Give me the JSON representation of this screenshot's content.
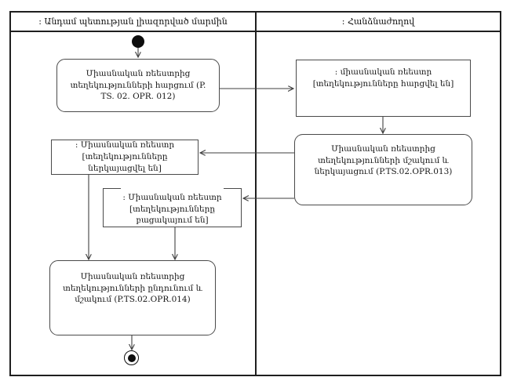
{
  "diagram": {
    "type": "uml-activity-swimlane",
    "colors": {
      "background": "#ffffff",
      "frame": "#1f1f1f",
      "node_border": "#4a4a4a",
      "edge": "#3f3f3f",
      "text": "#161616"
    },
    "lanes": [
      {
        "label": ": Անդամ պետության լիազորված մարմին"
      },
      {
        "label": ": Հանձնաժողով"
      }
    ],
    "nodes": {
      "query_info": {
        "label": "Միասնական ռեեստրից տեղեկությունների հարցում (P. TS. 02. OPR. 012)"
      },
      "registry_queried": {
        "name": ": միասնական ռեեստր",
        "state": "[տեղեկությունները հարցվել են]"
      },
      "process_present": {
        "label": "Միասնական ռեեստրից տեղեկությունների մշակում և ներկայացում (P.TS.02.OPR.013)"
      },
      "registry_presented": {
        "name": ": Միասնական ռեեստր",
        "state": "[տեղեկությունները ներկայացվել են]"
      },
      "registry_absent": {
        "name": ": Միասնական ռեեստր",
        "state": "[տեղեկությունները բացակայում են]"
      },
      "receive_process": {
        "label": "Միասնական ռեեստրից տեղեկությունների ընդունում և մշակում (P.TS.02.OPR.014)"
      }
    }
  }
}
